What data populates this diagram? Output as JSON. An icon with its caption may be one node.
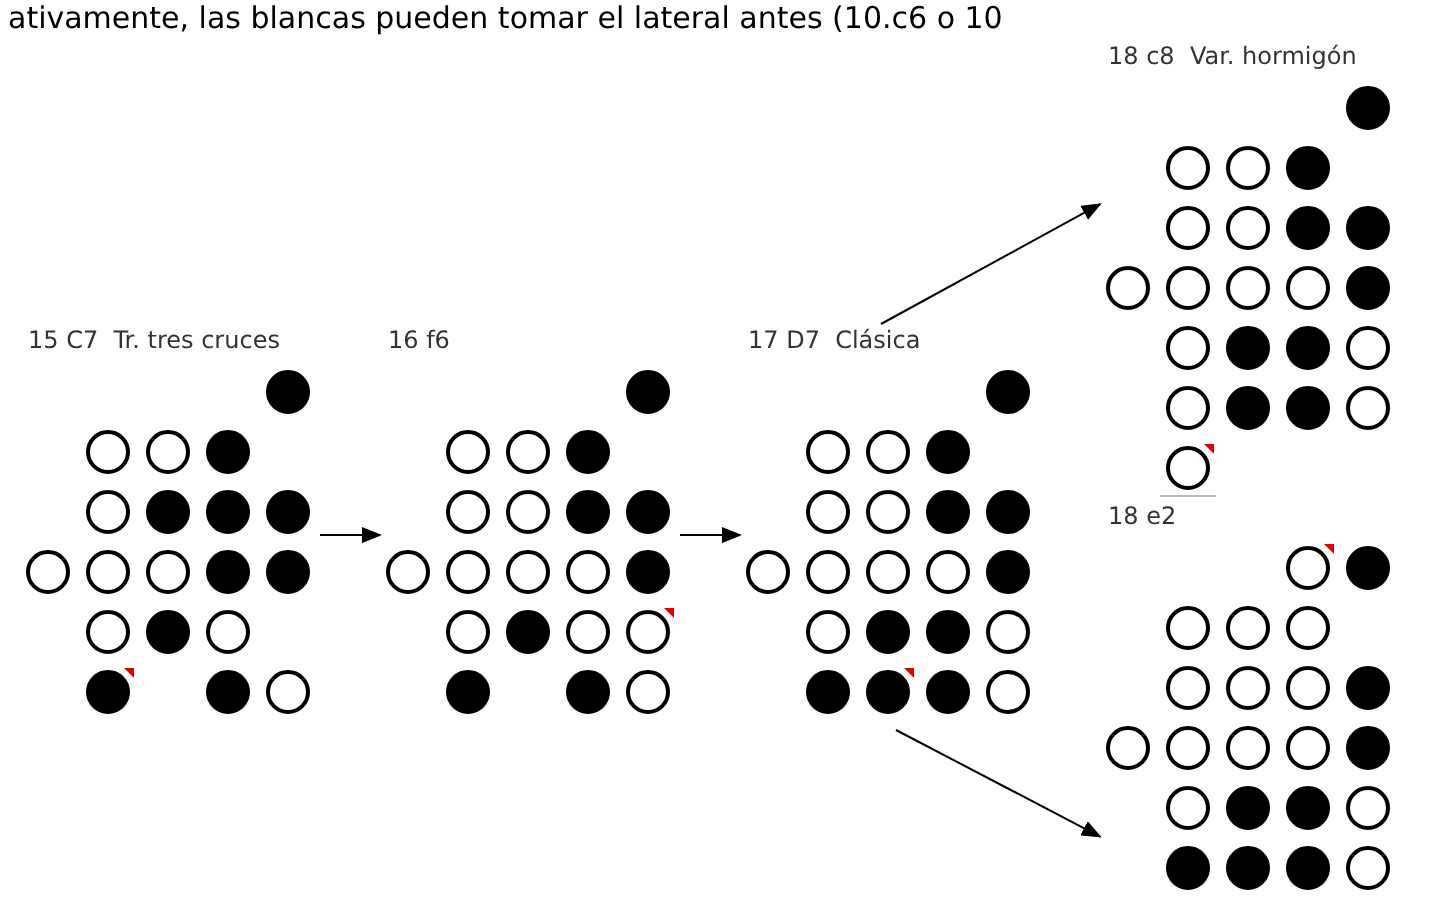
{
  "diagram": {
    "nodes": [
      {
        "text": [
          "15 C7  Tr. tres cruces"
        ]
      },
      {
        "text": [
          "16 f6"
        ]
      },
      {
        "text": [
          "17 D7  Clásica"
        ]
      },
      {
        "text": [
          "18 c8  Var. hormigón"
        ]
      },
      {
        "text": [
          "18 e2"
        ]
      }
    ],
    "edges": [
      {
        "from": 0,
        "to": 1,
        "arrow": "to"
      },
      {
        "from": 1,
        "to": 2,
        "arrow": "to"
      },
      {
        "from": 2,
        "to": 3,
        "arrow": "to"
      },
      {
        "from": 2,
        "to": 4,
        "arrow": "to"
      }
    ],
    "labels": [
      "ativamente, las blancas pueden tomar el lateral antes (10.c6 o 10"
    ]
  }
}
